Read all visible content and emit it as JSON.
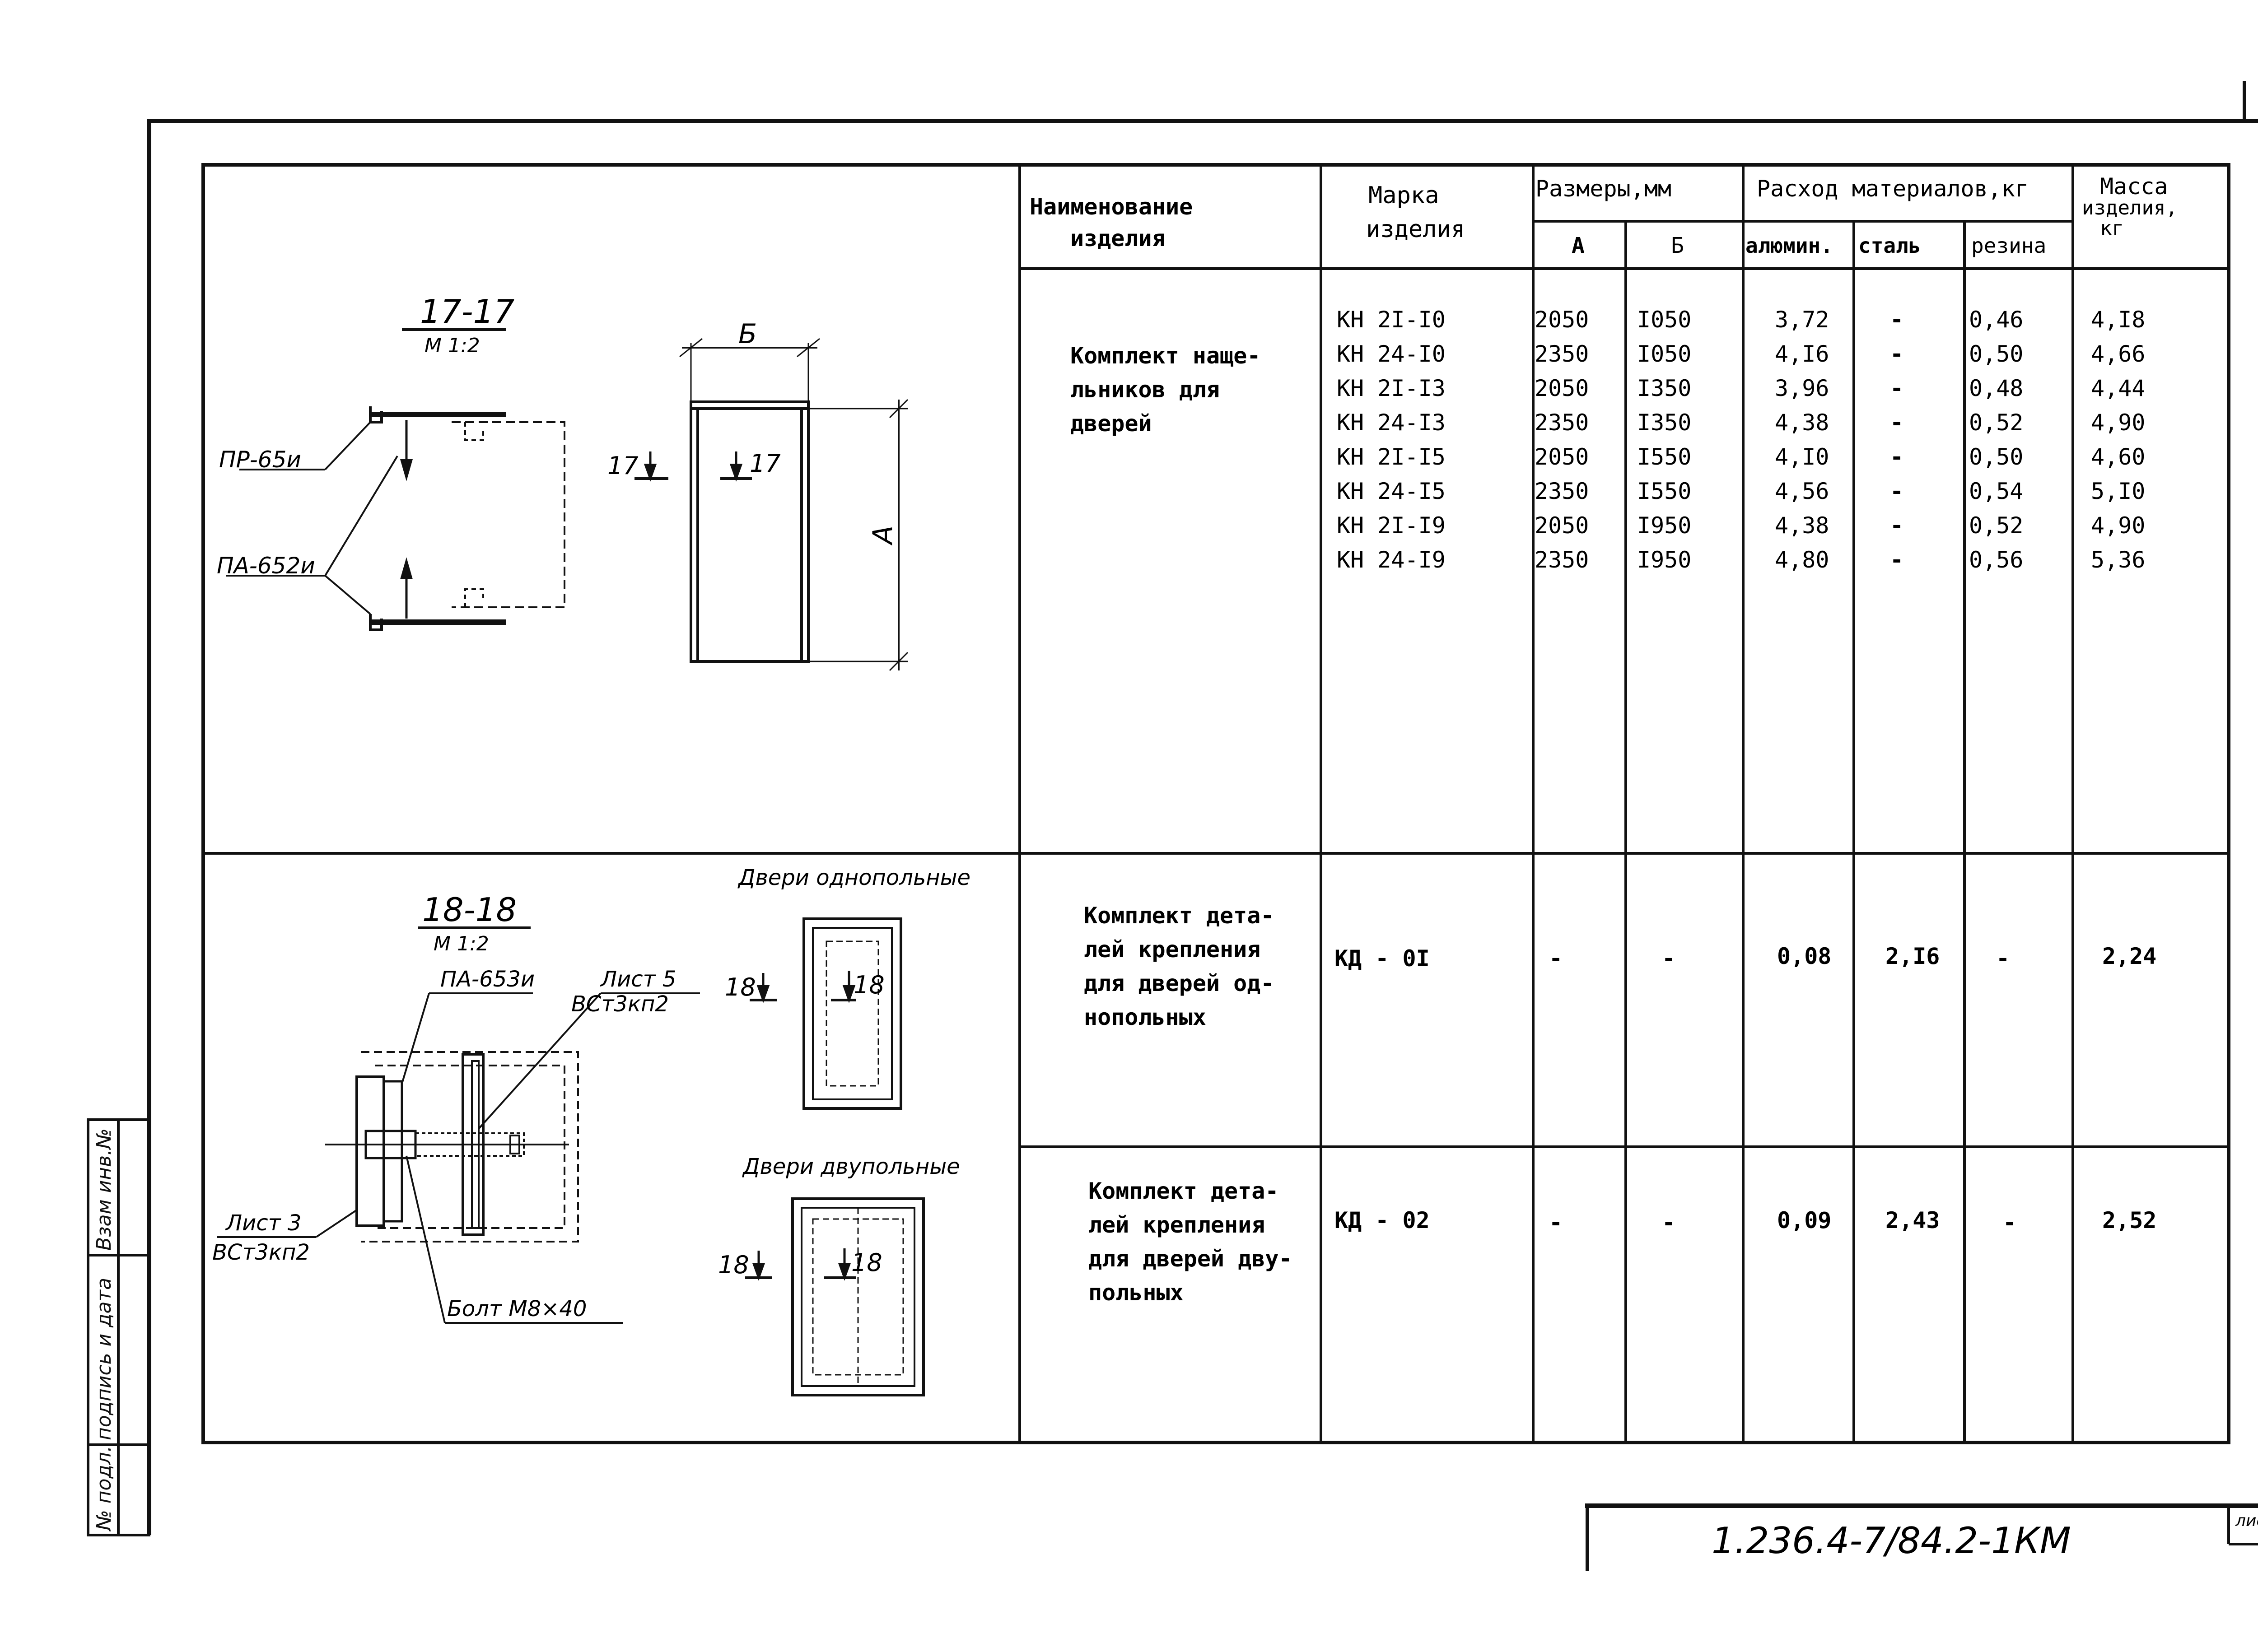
{
  "header": {
    "name_col": [
      "Наименование",
      "изделия"
    ],
    "mark_col": [
      "Марка",
      "изделия"
    ],
    "sizes_col": "Размеры,мм",
    "size_a": "А",
    "size_b": "Б",
    "materials_col": "Расход материалов,кг",
    "mat_alum": "алюмин.",
    "mat_steel": "сталь",
    "mat_rubber": "резина",
    "mass_col": [
      "Масса",
      "изделия,",
      "кг"
    ]
  },
  "groups": [
    {
      "name": [
        "Комплект наще-",
        "льников для",
        "дверей"
      ],
      "rows": [
        {
          "mark": "КН 2I-I0",
          "a": "2050",
          "b": "I050",
          "alum": "3,72",
          "steel": "-",
          "rubber": "0,46",
          "mass": "4,I8"
        },
        {
          "mark": "КН 24-I0",
          "a": "2350",
          "b": "I050",
          "alum": "4,I6",
          "steel": "-",
          "rubber": "0,50",
          "mass": "4,66"
        },
        {
          "mark": "КН 2I-I3",
          "a": "2050",
          "b": "I350",
          "alum": "3,96",
          "steel": "-",
          "rubber": "0,48",
          "mass": "4,44"
        },
        {
          "mark": "КН 24-I3",
          "a": "2350",
          "b": "I350",
          "alum": "4,38",
          "steel": "-",
          "rubber": "0,52",
          "mass": "4,90"
        },
        {
          "mark": "КН 2I-I5",
          "a": "2050",
          "b": "I550",
          "alum": "4,I0",
          "steel": "-",
          "rubber": "0,50",
          "mass": "4,60"
        },
        {
          "mark": "КН 24-I5",
          "a": "2350",
          "b": "I550",
          "alum": "4,56",
          "steel": "-",
          "rubber": "0,54",
          "mass": "5,I0"
        },
        {
          "mark": "КН 2I-I9",
          "a": "2050",
          "b": "I950",
          "alum": "4,38",
          "steel": "-",
          "rubber": "0,52",
          "mass": "4,90"
        },
        {
          "mark": "КН 24-I9",
          "a": "2350",
          "b": "I950",
          "alum": "4,80",
          "steel": "-",
          "rubber": "0,56",
          "mass": "5,36"
        }
      ]
    },
    {
      "name": [
        "Комплект дета-",
        "лей крепления",
        "для дверей од-",
        "нопольных"
      ],
      "rows": [
        {
          "mark": "КД - 0I",
          "a": "-",
          "b": "-",
          "alum": "0,08",
          "steel": "2,I6",
          "rubber": "-",
          "mass": "2,24"
        }
      ]
    },
    {
      "name": [
        "Комплект дета-",
        "лей крепления",
        "для дверей дву-",
        "польных"
      ],
      "rows": [
        {
          "mark": "КД - 02",
          "a": "-",
          "b": "-",
          "alum": "0,09",
          "steel": "2,43",
          "rubber": "-",
          "mass": "2,52"
        }
      ]
    }
  ],
  "drawing1": {
    "title": "17-17",
    "scale": "М 1:2",
    "label_pr": "ПР-65и",
    "label_pa": "ПА-652и",
    "dim_b": "Б",
    "dim_a": "А",
    "cut_left": "17",
    "cut_right": "17"
  },
  "drawing2": {
    "title": "18-18",
    "scale": "М 1:2",
    "label_pa": "ПА-653и",
    "label_list5_a": "Лист 5",
    "label_list5_b": "ВСт3кп2",
    "label_list3_a": "Лист 3",
    "label_list3_b": "ВСт3кп2",
    "label_bolt": "Болт М8×40",
    "single_caption": "Двери однопольные",
    "double_caption": "Двери двупольные",
    "cut_left": "18",
    "cut_right": "18"
  },
  "stamp": {
    "inv": "Взам инв.№",
    "sign": "подпись и дата",
    "orig": "№ подл.",
    "doc_number": "1.236.4-7/84.2-1КМ",
    "sheet": "лист"
  }
}
